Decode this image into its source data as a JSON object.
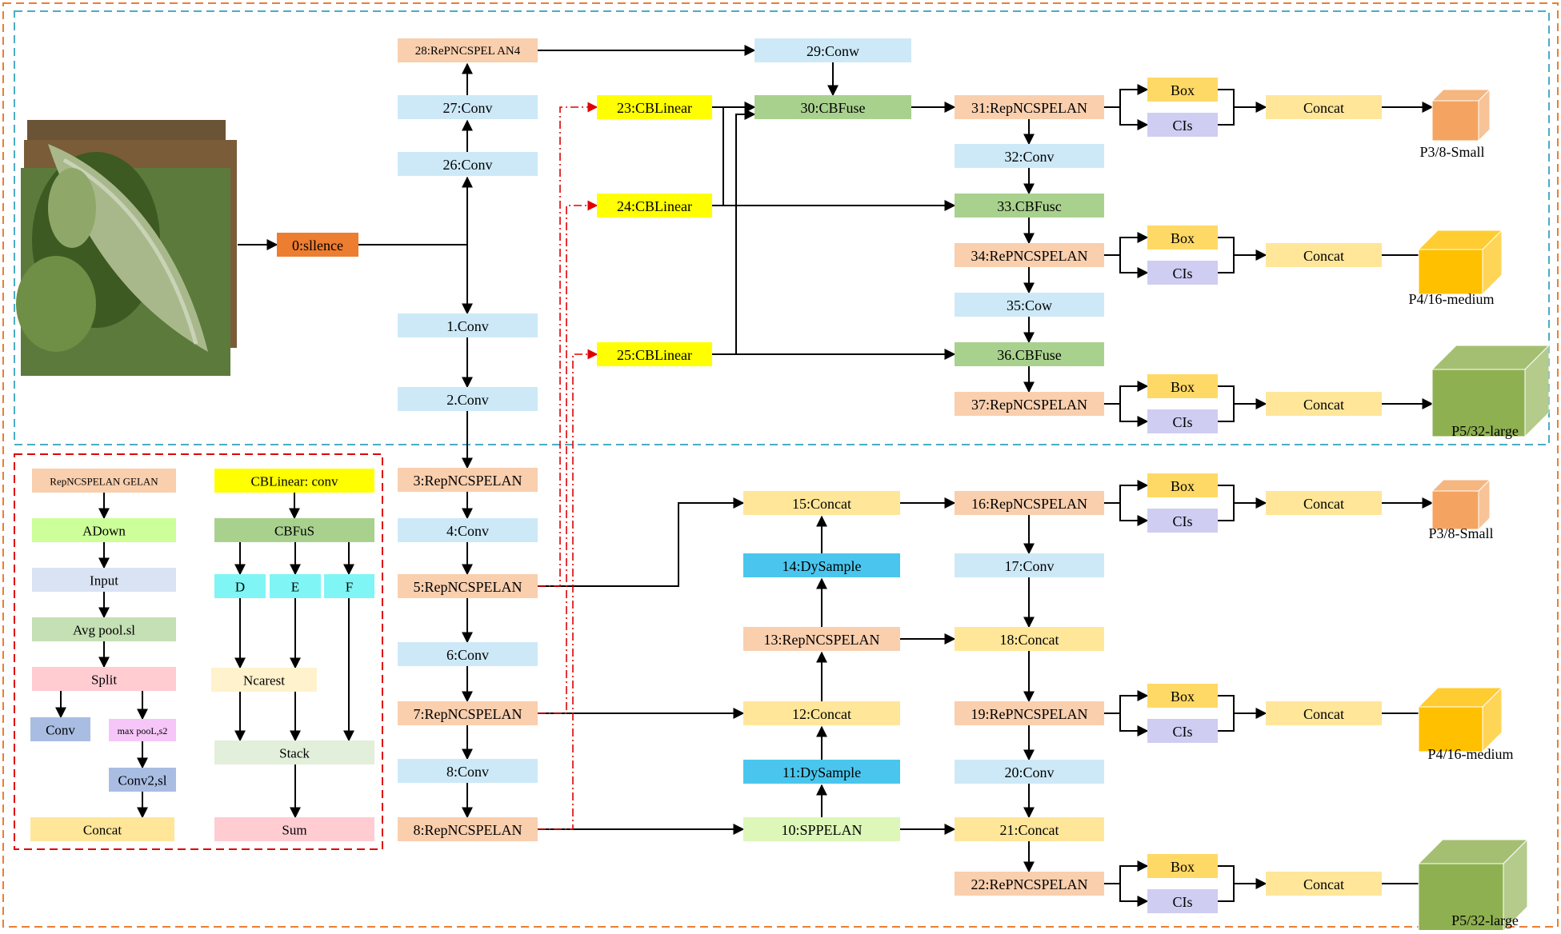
{
  "colors": {
    "light_blue": "#cde9f7",
    "peach": "#f9cfae",
    "yellow": "#ffff00",
    "green": "#a9d18e",
    "concat": "#ffe699",
    "box": "#ffd966",
    "cls": "#cfcdf2",
    "silence": "#ed7d31",
    "dysample": "#4ac6ee",
    "spp": "#dcf7b8",
    "adown": "#ccff99",
    "input": "#dae3f3",
    "avgpool": "#c5e0b4",
    "split": "#ffccd2",
    "conv_legend": "#a9bde3",
    "maxpool": "#f5c6f7",
    "cbfus_legend": "#a9d18e",
    "def": "#7ff5f5",
    "ncarest": "#fff2cc",
    "stack": "#e2efda",
    "sum": "#ffccd2",
    "outer_border": "#ed7d31",
    "aux_border": "#4bacc6",
    "legend_border": "#e00000",
    "small_cube": "#f4a460",
    "medium_cube": "#ffc000",
    "large_cube": "#8fb050"
  },
  "input_image": {
    "icon": "leaf-photo",
    "colors": [
      "#5b7a3c",
      "#a8b88a",
      "#3d5a22",
      "#c9d3b8",
      "#8b6a3f"
    ]
  },
  "nodes": {
    "n0": "0:sllence",
    "n1": "1.Conv",
    "n2": "2.Conv",
    "n3": "3:RepNCSPELAN",
    "n4": "4:Conv",
    "n5": "5:RepNCSPELAN",
    "n6": "6:Conv",
    "n7": "7:RepNCSPELAN",
    "n8": "8:Conv",
    "n8b": "8:RepNCSPELAN",
    "n10": "10:SPPELAN",
    "n11": "11:DySample",
    "n12": "12:Concat",
    "n13": "13:RepNCSPELAN",
    "n14": "14:DySample",
    "n15": "15:Concat",
    "n16": "16:RepNCSPELAN",
    "n17": "17:Conv",
    "n18": "18:Concat",
    "n19": "19:RePNCSPELAN",
    "n20": "20:Conv",
    "n21": "21:Concat",
    "n22": "22:RePNCSPELAN",
    "n23": "23:CBLinear",
    "n24": "24:CBLinear",
    "n25": "25:CBLinear",
    "n26": "26:Conv",
    "n27": "27:Conv",
    "n28": "28:RePNCSPEL AN4",
    "n29": "29:Conw",
    "n30": "30:CBFuse",
    "n31": "31:RepNCSPELAN",
    "n32": "32:Conv",
    "n33": "33.CBFusc",
    "n34": "34:RePNCSPELAN",
    "n35": "35:Cow",
    "n36": "36.CBFuse",
    "n37": "37:RepNCSPELAN"
  },
  "heads": {
    "box": "Box",
    "cls": "CIs",
    "concat": "Concat"
  },
  "outputs": {
    "small": "P3/8-Small",
    "medium": "P4/16-medium",
    "large": "P5/32-large"
  },
  "legend": {
    "repncspelan": "RepNCSPELAN GELAN",
    "adown": "ADown",
    "input": "Input",
    "avgpool": "Avg pool.sl",
    "split": "Split",
    "conv": "Conv",
    "maxpool": "max pooL,s2",
    "conv2": "Conv2,sl",
    "concat": "Concat",
    "cblinear": "CBLinear: conv",
    "cbfus": "CBFuS",
    "d": "D",
    "e": "E",
    "f": "F",
    "ncarest": "Ncarest",
    "stack": "Stack",
    "sum": "Sum"
  }
}
